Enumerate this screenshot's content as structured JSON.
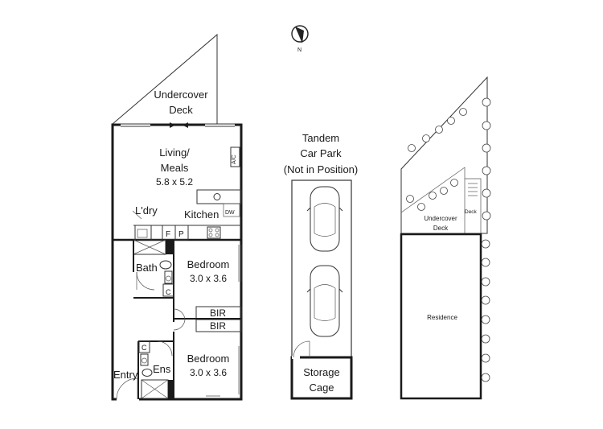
{
  "compass": {
    "north_label": "N"
  },
  "apartment": {
    "deck_line1": "Undercover",
    "deck_line2": "Deck",
    "living_line1": "Living/",
    "living_line2": "Meals",
    "living_size": "5.8 x 5.2",
    "ac": "A/C",
    "kitchen": "Kitchen",
    "dw": "DW",
    "laundry": "L'dry",
    "fridge": "F",
    "pantry": "P",
    "bath": "Bath",
    "bed1_name": "Bedroom",
    "bed1_size": "3.0 x 3.6",
    "bir1": "BIR",
    "bir2": "BIR",
    "bed2_name": "Bedroom",
    "bed2_size": "3.0 x 3.6",
    "ens": "Ens",
    "entry": "Entry",
    "cupboard1": "C",
    "cupboard2": "C"
  },
  "carpark": {
    "title_line1": "Tandem",
    "title_line2": "Car Park",
    "title_line3": "(Not in Position)",
    "storage_line1": "Storage",
    "storage_line2": "Cage"
  },
  "site": {
    "deck_line1": "Undercover",
    "deck_line2": "Deck",
    "deck_small": "Deck",
    "residence": "Residence"
  }
}
